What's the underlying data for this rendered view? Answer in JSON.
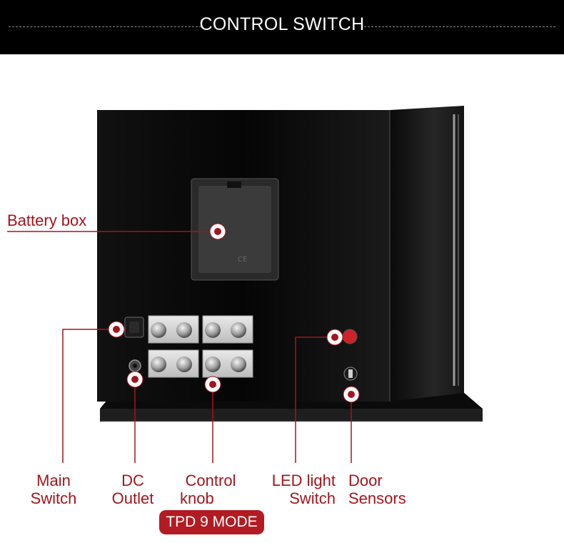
{
  "header": {
    "title": "CONTROL SWITCH"
  },
  "callouts": {
    "battery_box": "Battery box",
    "main_switch": [
      "Main",
      "Switch"
    ],
    "dc_outlet": [
      "DC",
      "Outlet"
    ],
    "control_knob": [
      "Control",
      "knob"
    ],
    "led_light_switch": [
      "LED light",
      "Switch"
    ],
    "door_sensors": [
      "Door",
      "Sensors"
    ]
  },
  "badge": {
    "label": "TPD 9 MODE"
  },
  "colors": {
    "accent": "#a3151d",
    "badge_bg": "#b31b22",
    "banner_bg": "#000000"
  }
}
